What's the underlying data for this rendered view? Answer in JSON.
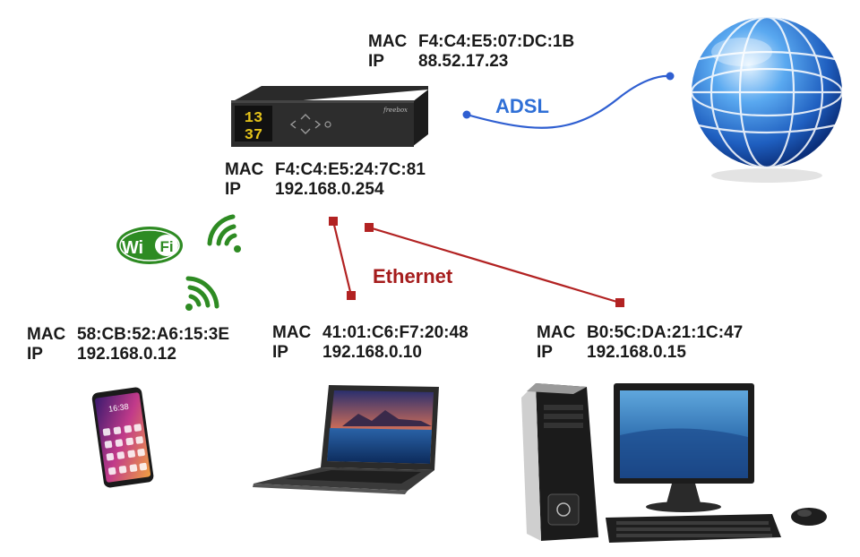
{
  "router": {
    "wan": {
      "mac_key": "MAC",
      "mac": "F4:C4:E5:07:DC:1B",
      "ip_key": "IP",
      "ip": "88.52.17.23"
    },
    "lan": {
      "mac_key": "MAC",
      "mac": "F4:C4:E5:24:7C:81",
      "ip_key": "IP",
      "ip": "192.168.0.254"
    },
    "display_digits": [
      "13",
      "37"
    ],
    "brand": "freebox"
  },
  "links": {
    "adsl": {
      "label": "ADSL",
      "color": "#2f5fd1"
    },
    "ethernet": {
      "label": "Ethernet",
      "color": "#b22222"
    },
    "wifi": {
      "badge_left": "Wi",
      "badge_right": "Fi",
      "color": "#2e8b23"
    }
  },
  "devices": {
    "phone": {
      "mac_key": "MAC",
      "mac": "58:CB:52:A6:15:3E",
      "ip_key": "IP",
      "ip": "192.168.0.12",
      "clock": "16:38"
    },
    "laptop": {
      "mac_key": "MAC",
      "mac": "41:01:C6:F7:20:48",
      "ip_key": "IP",
      "ip": "192.168.0.10"
    },
    "desktop": {
      "mac_key": "MAC",
      "mac": "B0:5C:DA:21:1C:47",
      "ip_key": "IP",
      "ip": "192.168.0.15"
    }
  },
  "icons": [
    "globe-icon",
    "router-icon",
    "wifi-badge-icon",
    "wifi-waves-icon",
    "smartphone-icon",
    "laptop-icon",
    "desktop-computer-icon"
  ]
}
